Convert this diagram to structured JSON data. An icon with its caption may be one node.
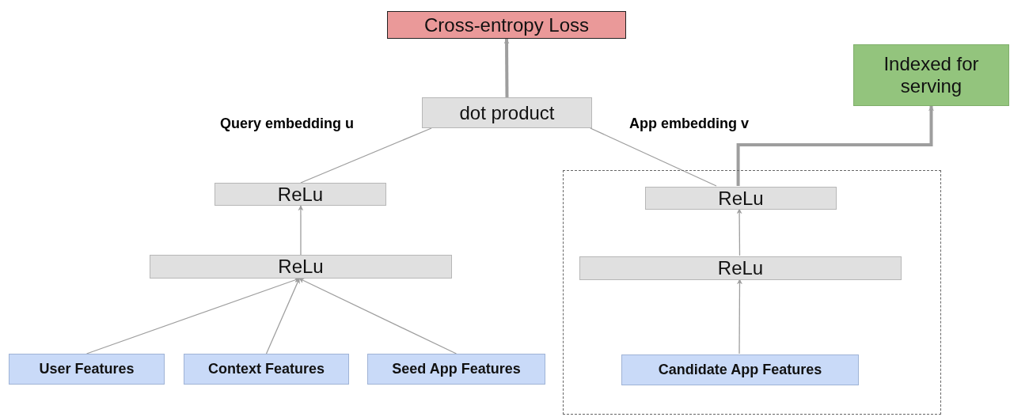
{
  "diagram": {
    "nodes": [
      {
        "text": [
          "Cross-entropy Loss"
        ]
      },
      {
        "text": [
          "dot product"
        ]
      },
      {
        "text": [
          "ReLu"
        ]
      },
      {
        "text": [
          "ReLu"
        ]
      },
      {
        "text": [
          "User Features"
        ]
      },
      {
        "text": [
          "Context Features"
        ]
      },
      {
        "text": [
          "Seed App Features"
        ]
      },
      {
        "text": [],
        "shape": "box"
      },
      {
        "text": [
          "ReLu"
        ],
        "in": 7
      },
      {
        "text": [
          "ReLu"
        ],
        "in": 7
      },
      {
        "text": [
          "Candidate App Features"
        ],
        "in": 7
      },
      {
        "text": [
          "Indexed for serving"
        ]
      }
    ],
    "edges": [
      {
        "from": 4,
        "to": 3,
        "arrow": "to"
      },
      {
        "from": 5,
        "to": 3,
        "arrow": "to"
      },
      {
        "from": 6,
        "to": 3,
        "arrow": "to"
      },
      {
        "from": 3,
        "to": 2,
        "arrow": "to"
      },
      {
        "from": 2,
        "to": 1,
        "arrow": "none"
      },
      {
        "from": 8,
        "to": 1,
        "arrow": "none"
      },
      {
        "from": 1,
        "to": 0,
        "arrow": "to",
        "style": "thick"
      },
      {
        "from": 10,
        "to": 9,
        "arrow": "to"
      },
      {
        "from": 9,
        "to": 8,
        "arrow": "to"
      },
      {
        "from": 8,
        "to": 11,
        "arrow": "to",
        "style": "thick"
      }
    ],
    "labels": [
      "Query embedding u",
      "App embedding v"
    ]
  }
}
